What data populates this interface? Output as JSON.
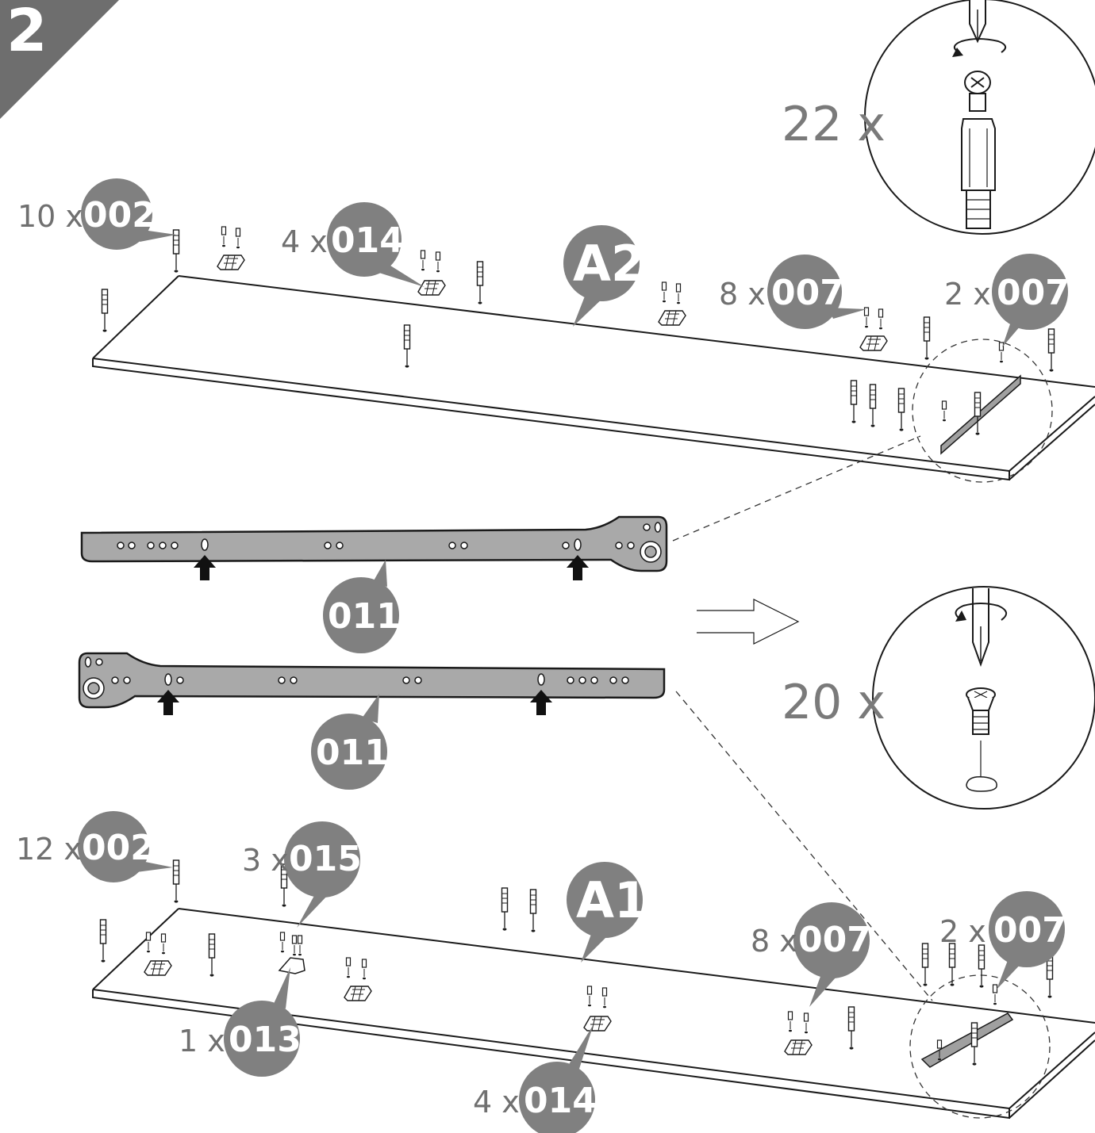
{
  "step_number": "2",
  "detail_top": {
    "count": "22 x"
  },
  "detail_bottom": {
    "count": "20 x"
  },
  "panels": {
    "upper": "A2",
    "lower": "A1"
  },
  "callouts_upper": [
    {
      "count": "10 x",
      "part": "002"
    },
    {
      "count": "4 x",
      "part": "014"
    },
    {
      "count": "8 x",
      "part": "007"
    },
    {
      "count": "2 x",
      "part": "007"
    }
  ],
  "rails": [
    {
      "part": "011"
    },
    {
      "part": "011"
    }
  ],
  "callouts_lower": [
    {
      "count": "12 x",
      "part": "002"
    },
    {
      "count": "3 x",
      "part": "015"
    },
    {
      "count": "1 x",
      "part": "013"
    },
    {
      "count": "4 x",
      "part": "014"
    },
    {
      "count": "8 x",
      "part": "007"
    },
    {
      "count": "2 x",
      "part": "007"
    }
  ],
  "colors": {
    "bubble": "#808080",
    "step_badge": "#6e6e6e",
    "rail": "#a9a9a9",
    "count_text": "#707070"
  },
  "icons": [
    "screwdriver-icon",
    "rotate-arrow-icon",
    "cam-dowel-icon",
    "screw-icon",
    "push-arrow-icon",
    "hollow-arrow-icon"
  ]
}
